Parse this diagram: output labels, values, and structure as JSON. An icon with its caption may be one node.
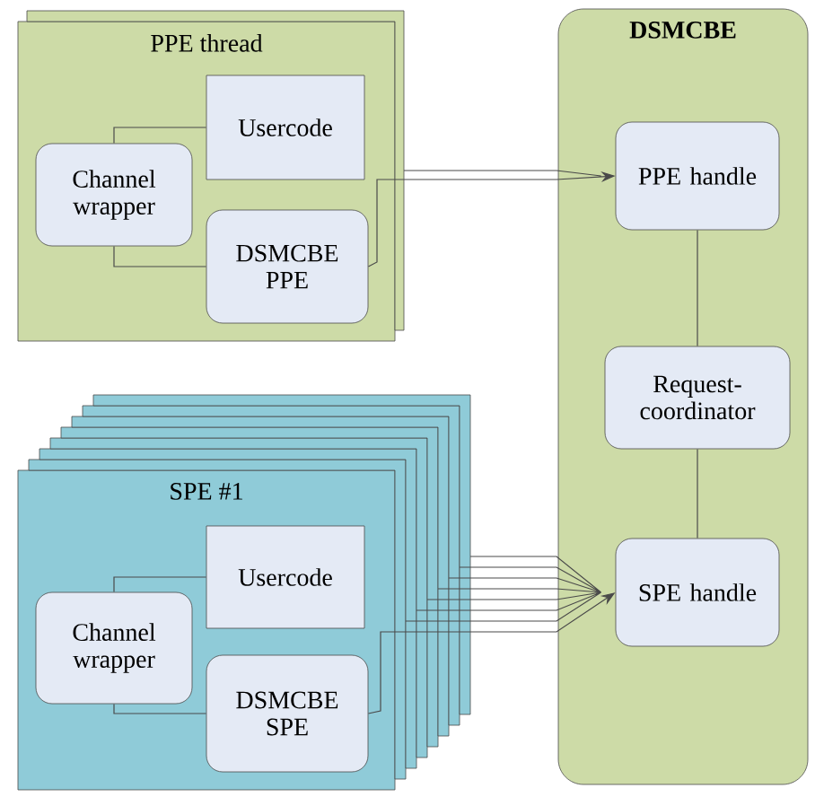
{
  "diagram": {
    "nodes": [
      {
        "text": [
          "PPE thread"
        ]
      },
      {
        "text": [
          "Usercode"
        ],
        "in": 0
      },
      {
        "text": [
          "Channel wrapper"
        ],
        "in": 0
      },
      {
        "text": [
          "DSMCBE PPE"
        ],
        "in": 0
      },
      {
        "text": [
          "DSMCBE"
        ]
      },
      {
        "text": [
          "PPE handle"
        ],
        "in": 4
      },
      {
        "text": [
          "Request-coordinator"
        ],
        "in": 4
      },
      {
        "text": [
          "SPE handle"
        ],
        "in": 4
      },
      {
        "text": [
          "SPE #1"
        ]
      },
      {
        "text": [
          "Usercode"
        ],
        "in": 8
      },
      {
        "text": [
          "Channel wrapper"
        ],
        "in": 8
      },
      {
        "text": [
          "DSMCBE SPE"
        ],
        "in": 8
      }
    ],
    "edges": [
      {
        "from": 2,
        "to": 1,
        "arrow": "none"
      },
      {
        "from": 2,
        "to": 3,
        "arrow": "none"
      },
      {
        "from": 3,
        "to": 5,
        "arrow": "to"
      },
      {
        "from": 5,
        "to": 6,
        "arrow": "none"
      },
      {
        "from": 6,
        "to": 7,
        "arrow": "none"
      },
      {
        "from": 10,
        "to": 9,
        "arrow": "none"
      },
      {
        "from": 10,
        "to": 11,
        "arrow": "none"
      },
      {
        "from": 11,
        "to": 7,
        "arrow": "to"
      }
    ]
  }
}
